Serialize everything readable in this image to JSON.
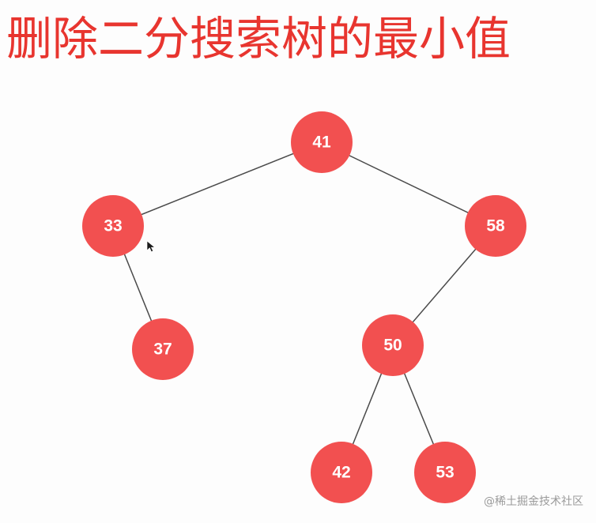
{
  "title": "删除二分搜索树的最小值",
  "watermark": "@稀土掘金技术社区",
  "colors": {
    "title": "#e8352f",
    "node": "#f25050",
    "node_text": "#ffffff",
    "edge": "#4a4a4a"
  },
  "tree": {
    "nodes": [
      {
        "id": "n41",
        "label": "41"
      },
      {
        "id": "n33",
        "label": "33"
      },
      {
        "id": "n58",
        "label": "58"
      },
      {
        "id": "n37",
        "label": "37"
      },
      {
        "id": "n50",
        "label": "50"
      },
      {
        "id": "n42",
        "label": "42"
      },
      {
        "id": "n53",
        "label": "53"
      }
    ],
    "edges": [
      {
        "from": "n41",
        "to": "n33"
      },
      {
        "from": "n41",
        "to": "n58"
      },
      {
        "from": "n33",
        "to": "n37"
      },
      {
        "from": "n58",
        "to": "n50"
      },
      {
        "from": "n50",
        "to": "n42"
      },
      {
        "from": "n50",
        "to": "n53"
      }
    ]
  },
  "cursor_icon": "mouse-pointer-icon"
}
